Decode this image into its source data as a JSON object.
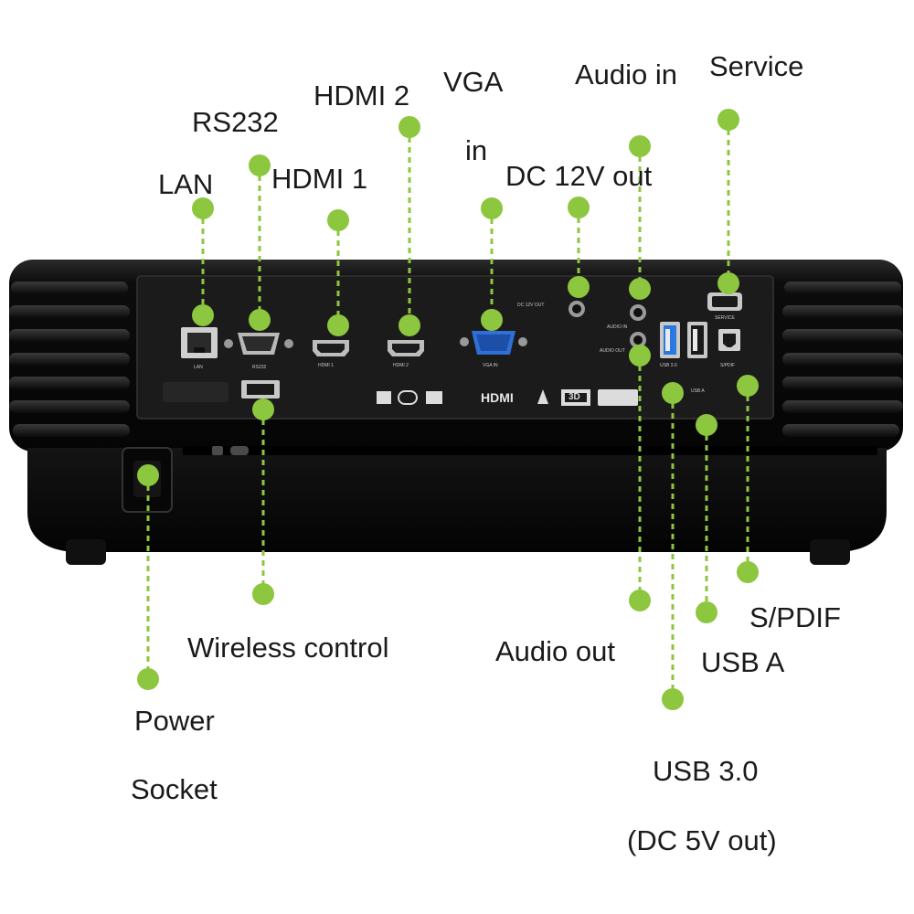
{
  "colors": {
    "callout_green": "#8dc63f",
    "body_black": "#0f0f0f",
    "panel_dark": "#1b1b1b",
    "label_text": "#1a1a1a",
    "vga_blue": "#2f6fd6",
    "usb3_blue": "#2a78e0"
  },
  "labels": {
    "lan": "LAN",
    "rs232": "RS232",
    "hdmi1": "HDMI 1",
    "hdmi2": "HDMI 2",
    "vga_in_line1": "VGA",
    "vga_in_line2": "in",
    "dc12v_out": "DC 12V out",
    "audio_in": "Audio in",
    "service": "Service",
    "wireless_control": "Wireless control",
    "power_socket_line1": "Power",
    "power_socket_line2": "Socket",
    "audio_out": "Audio out",
    "usb3_line1": "USB 3.0",
    "usb3_line2": "(DC 5V out)",
    "usb_a": "USB A",
    "spdif": "S/PDIF"
  },
  "panel_print": {
    "lan": "LAN",
    "rs232": "RS232",
    "hdmi1": "HDMI 1",
    "hdmi2": "HDMI 2",
    "vga_in": "VGA IN",
    "dc12v": "DC 12V OUT",
    "audio_in": "AUDIO IN",
    "audio_out": "AUDIO OUT",
    "service": "SERVICE",
    "usb3": "USB 3.0",
    "usb_a": "USB A",
    "spdif": "S/PDIF",
    "hdmi_logo": "HDMI",
    "threed_logo": "3D"
  }
}
